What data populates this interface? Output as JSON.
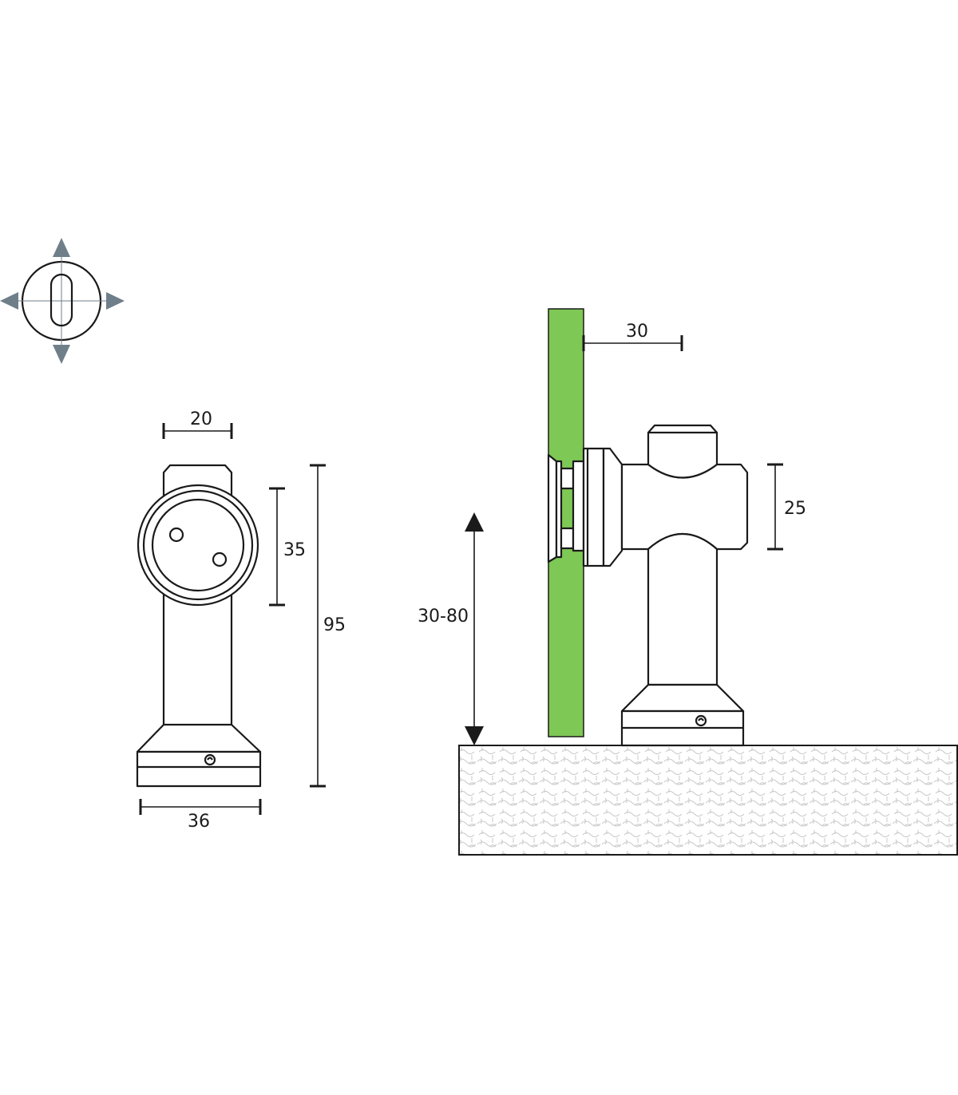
{
  "colors": {
    "glass_panel": "#7ec855",
    "adjust_arrows": "#6f7f89",
    "stroke": "#1a1a1a",
    "floor_texture": "#c8c8c8"
  },
  "icons": {
    "adjustment": "four-way-adjustment-icon",
    "screw": "screw-icon"
  },
  "dimensions": {
    "top_width": "20",
    "disc_height": "35",
    "total_height": "95",
    "base_width": "36",
    "projection": "30",
    "head_height": "25",
    "floor_gap": "30-80"
  }
}
